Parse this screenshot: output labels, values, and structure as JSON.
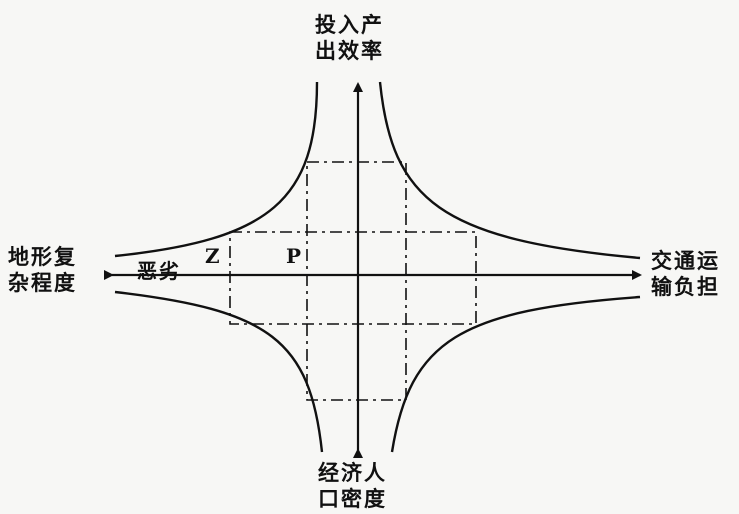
{
  "axes": {
    "top": [
      "投入产",
      "出效率"
    ],
    "bottom": [
      "经济人",
      "口密度"
    ],
    "left": [
      "地形复",
      "杂程度"
    ],
    "right": [
      "交通运",
      "输负担"
    ]
  },
  "annotation": "恶劣",
  "points": {
    "z": "Z",
    "p": "P"
  },
  "colors": {
    "line": "#111111",
    "background": "#f7f7f5"
  }
}
